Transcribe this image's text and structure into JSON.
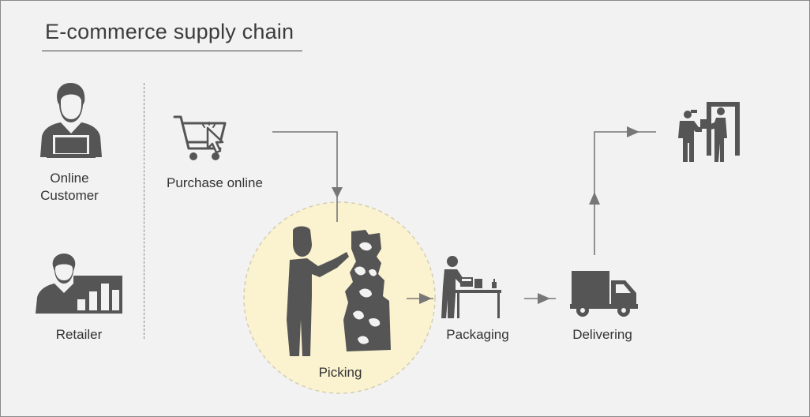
{
  "diagram": {
    "title": "E-commerce supply chain",
    "actors": {
      "online_customer": "Online\nCustomer",
      "retailer": "Retailer"
    },
    "steps": {
      "purchase": "Purchase online",
      "picking": "Picking",
      "packaging": "Packaging",
      "delivering": "Delivering"
    },
    "colors": {
      "background": "#f2f2f2",
      "icon": "#555555",
      "connector": "#777777",
      "highlight": "#fbf3cf",
      "highlight_border": "#d9d2b8"
    },
    "icons": {
      "online_customer": "person-laptop-icon",
      "retailer": "person-bar-chart-icon",
      "purchase": "shopping-cart-cursor-icon",
      "picking": "worker-picking-shelf-icon",
      "packaging": "worker-packing-table-icon",
      "delivering": "delivery-truck-icon",
      "receive": "courier-handover-door-icon"
    }
  }
}
